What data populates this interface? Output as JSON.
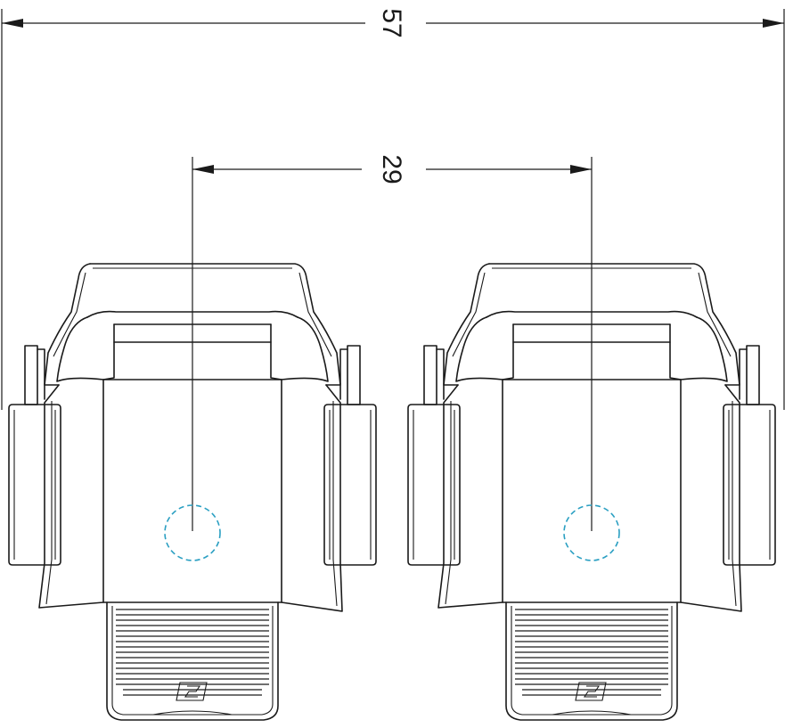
{
  "dimensions": {
    "overall_width_label": "57",
    "center_spacing_label": "29"
  },
  "units": [
    {
      "name": "left-unit"
    },
    {
      "name": "right-unit"
    }
  ],
  "colors": {
    "line": "#1a1a1a",
    "mounting_hole": "#2a9fc2",
    "background": "#ffffff"
  }
}
